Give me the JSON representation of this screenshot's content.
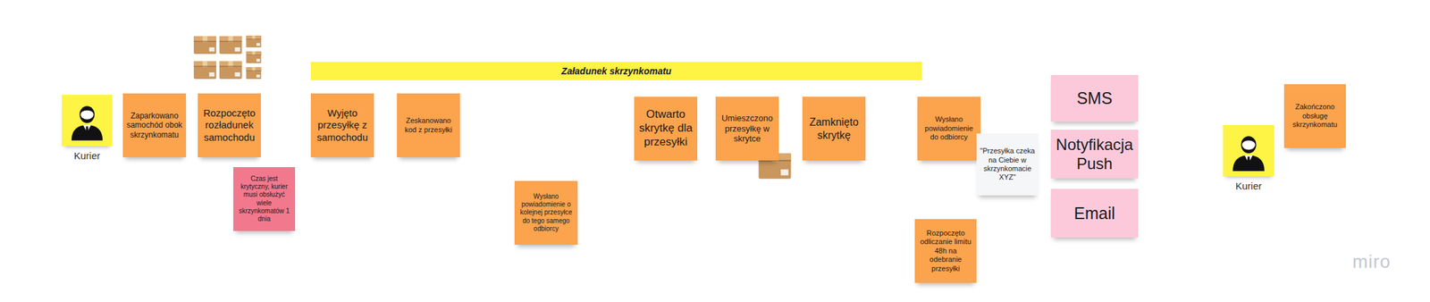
{
  "diagram": {
    "nodes": [
      {
        "text": [
          "Kurier"
        ]
      },
      {
        "text": [
          "Zaparkowano samochód obok skrzynkomatu"
        ]
      },
      {
        "text": [
          "Rozpoczęto rozładunek samochodu"
        ]
      },
      {
        "text": [
          "Czas jest krytyczny, kurier musi obsłużyć wiele skrzynkomatów 1 dnia"
        ]
      },
      {
        "text": [
          "Załadunek skrzynkomatu"
        ]
      },
      {
        "text": [
          "Wyjęto przesyłkę z samochodu"
        ]
      },
      {
        "text": [
          "Zeskanowano kod z przesyłki"
        ]
      },
      {
        "text": [
          "Wysłano powiadomienie o kolejnej przesyłce do tego samego odbiorcy"
        ]
      },
      {
        "text": [
          "Otwarto skrytkę dla przesyłki"
        ]
      },
      {
        "text": [
          "Umieszczono przesyłkę w skrytce"
        ]
      },
      {
        "text": [
          "Zamknięto skrytkę"
        ]
      },
      {
        "text": [
          "Wysłano powiadomienie do odbiorcy"
        ]
      },
      {
        "text": [
          "\"Przesyłka czeka na Ciebie w skrzynkomacie XYZ\""
        ]
      },
      {
        "text": [
          "Rozpoczęto odliczanie limitu 48h na odebranie przesyłki"
        ]
      },
      {
        "text": [
          "SMS"
        ]
      },
      {
        "text": [
          "Notyfikacja Push"
        ]
      },
      {
        "text": [
          "Email"
        ]
      },
      {
        "text": [
          "Kurier"
        ]
      },
      {
        "text": [
          "Zakończono obsługę skrzynkomatu"
        ]
      }
    ],
    "labels": [
      "miro"
    ]
  }
}
